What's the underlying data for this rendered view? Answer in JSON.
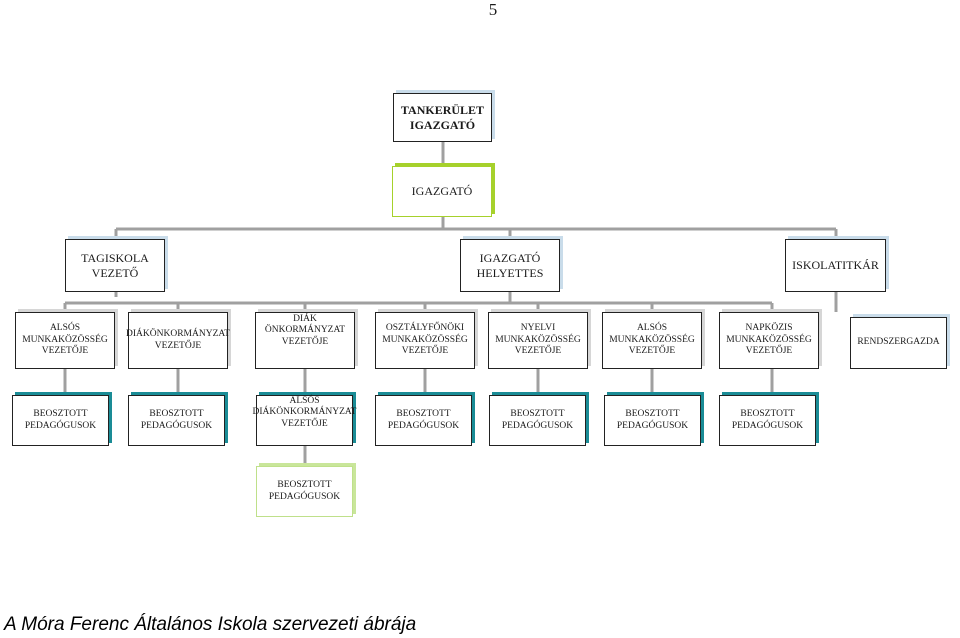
{
  "page_number": "5",
  "nodes": {
    "tankerulet": "TANKERÜLET\nIGAZGATÓ",
    "igazgato": "IGAZGATÓ",
    "tagiskola": "TAGISKOLA\nVEZETŐ",
    "helyettes": "IGAZGATÓ\nHELYETTES",
    "iskolatitkar": "ISKOLATITKÁR",
    "also_mk": "ALSÓS\nMUNKAKÖZÖSSÉG\nVEZETŐJE",
    "dk": "DIÁKÖNKORMÁNYZAT\nVEZETŐJE",
    "diak_onk": "DIÁK ÖNKORMÁNYZAT\nVEZETŐJE",
    "osztalyfonoki": "OSZTÁLYFŐNÖKI\nMUNKAKÖZÖSSÉG\nVEZETŐJE",
    "nyelvi": "NYELVI\nMUNKAKÖZÖSSÉG\nVEZETŐJE",
    "also_mk2": "ALSÓS\nMUNKAKÖZÖSSÉG\nVEZETŐJE",
    "napkozis": "NAPKÖZIS\nMUNKAKÖZÖSSÉG\nVEZETŐJE",
    "rendszergazda": "RENDSZERGAZDA",
    "bp1": "BEOSZTOTT\nPEDAGÓGUSOK",
    "bp2": "BEOSZTOTT\nPEDAGÓGUSOK",
    "also_dk": "ALSÓS\nDIÁKÖNKORMÁNYZAT\nVEZETŐJE",
    "bp4": "BEOSZTOTT\nPEDAGÓGUSOK",
    "bp5": "BEOSZTOTT\nPEDAGÓGUSOK",
    "bp6": "BEOSZTOTT\nPEDAGÓGUSOK",
    "bp7": "BEOSZTOTT\nPEDAGÓGUSOK",
    "bp8": "BEOSZTOTT\nPEDAGÓGUSOK"
  },
  "caption": "A Móra Ferenc Általános Iskola szervezeti ábrája",
  "colors": {
    "shadow_lightblue": "#c9dcea",
    "shadow_green": "#a6d12b",
    "shadow_grey": "#d6d6d6",
    "shadow_teal": "#1a8c96",
    "connector": "#a0a0a0"
  }
}
